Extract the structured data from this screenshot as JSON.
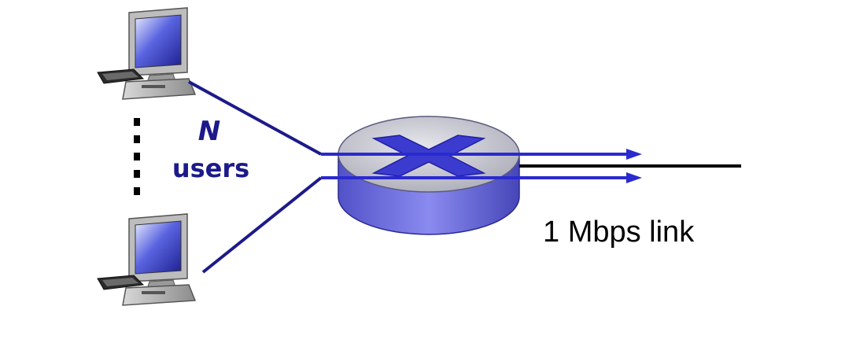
{
  "labels": {
    "n": "N",
    "users": "users",
    "link": "1 Mbps link"
  },
  "icons": {
    "computer_top": "desktop-computer-icon",
    "computer_bottom": "desktop-computer-icon",
    "router": "router-icon"
  },
  "colors": {
    "link_line": "#1c1a8a",
    "arrow": "#2a2ad0",
    "router_top": "#c9c9d3",
    "router_side": "#6a6ad8",
    "router_cross": "#3b3bd0",
    "outgoing_link": "#000000",
    "label_text": "#1c1a8a"
  }
}
